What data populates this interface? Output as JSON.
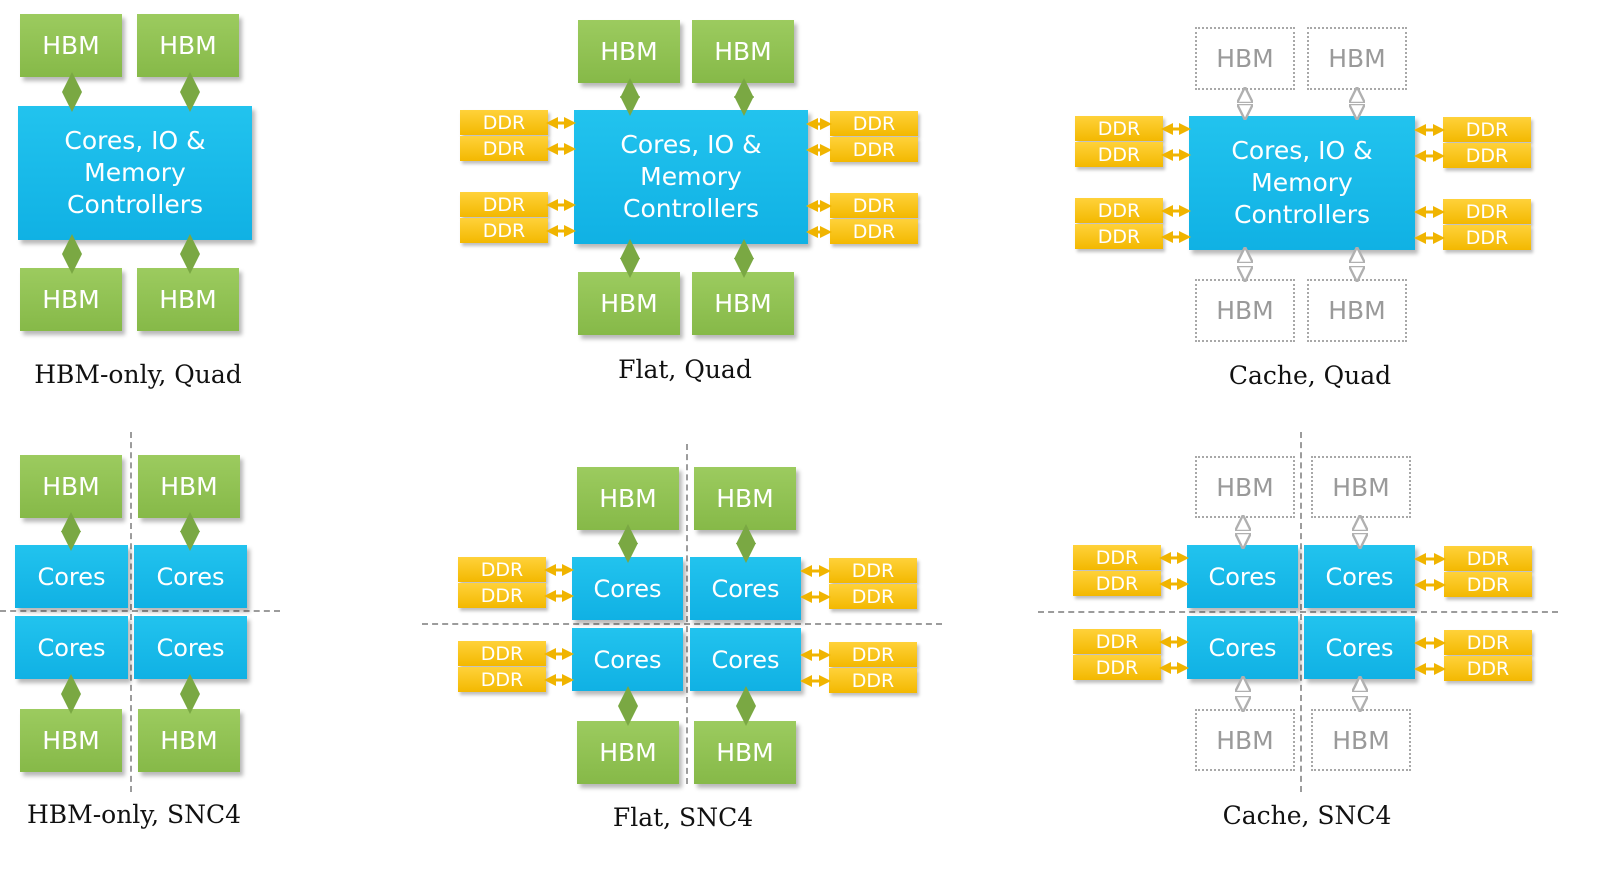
{
  "labels": {
    "hbm": "HBM",
    "ddr": "DDR",
    "cores": "Cores",
    "controller_block": "Cores, IO & Memory Controllers"
  },
  "captions": {
    "hbm_only_quad": "HBM-only, Quad",
    "flat_quad": "Flat, Quad",
    "cache_quad": "Cache, Quad",
    "hbm_only_snc4": "HBM-only, SNC4",
    "flat_snc4": "Flat, SNC4",
    "cache_snc4": "Cache, SNC4"
  },
  "colors": {
    "hbm": "#8fc050",
    "cores": "#18b8e8",
    "ddr": "#f7c21a",
    "arrow_green": "#7aa843",
    "arrow_yellow": "#f0b400",
    "ghost_border": "#a8a8a8",
    "dashed_divider": "#9c9c9c"
  }
}
